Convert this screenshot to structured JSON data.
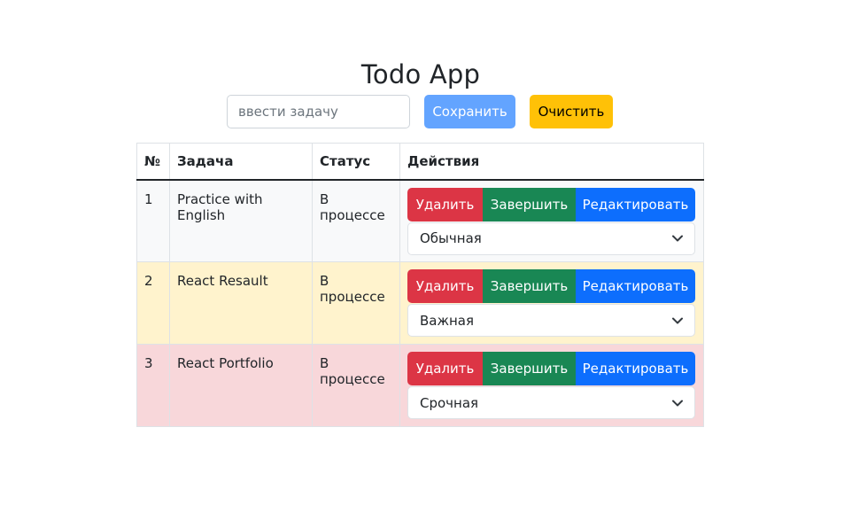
{
  "header": {
    "title": "Todo App"
  },
  "form": {
    "input_value": "",
    "input_placeholder": "ввести задачу",
    "save_label": "Сохранить",
    "clear_label": "Очистить"
  },
  "table": {
    "columns": [
      "№",
      "Задача",
      "Статус",
      "Действия"
    ],
    "rows": [
      {
        "num": "1",
        "task": "Practice with English",
        "status": "В процессе",
        "priority": "Обычная"
      },
      {
        "num": "2",
        "task": "React Resault",
        "status": "В процессе",
        "priority": "Важная"
      },
      {
        "num": "3",
        "task": "React Portfolio",
        "status": "В процессе",
        "priority": "Срочная"
      }
    ]
  },
  "actions": {
    "delete_label": "Удалить",
    "complete_label": "Завершить",
    "edit_label": "Редактировать"
  },
  "colors": {
    "save": "#63a4ff",
    "clear": "#ffc107",
    "delete": "#dc3545",
    "complete": "#198754",
    "edit": "#0d6efd",
    "row_normal": "#f8f9fa",
    "row_important": "#fff3cd",
    "row_urgent": "#f8d7da"
  },
  "icons": {
    "select_arrow": "chevron-down-icon"
  }
}
